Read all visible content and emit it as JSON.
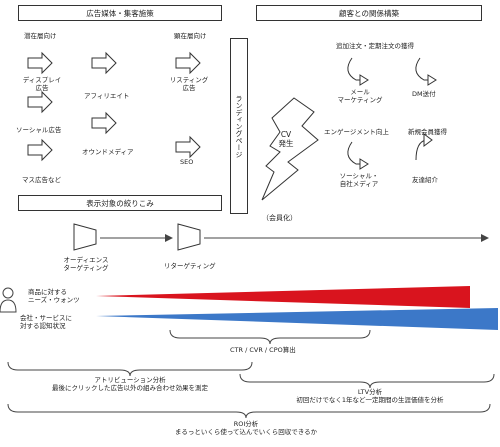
{
  "headers": {
    "ad_media": "広告媒体・集客施策",
    "customer_relations": "顧客との関係構築",
    "targeting": "表示対象の絞りこみ"
  },
  "ad_media": {
    "potential_label": "潜在層向け",
    "manifest_label": "顕在層向け",
    "display": "ディスプレイ\n広告",
    "social": "ソーシャル広告",
    "mass": "マス広告など",
    "affiliate": "アフィリエイト",
    "owned": "オウンドメディア",
    "listing": "リスティング\n広告",
    "seo": "SEO"
  },
  "landing_page": "ランディングページ",
  "cv": "CV\n発生",
  "member": "（会員化）",
  "relations": {
    "upsell": "追加注文・定期注文の獲得",
    "mail": "メール\nマーケティング",
    "dm": "DM送付",
    "engagement": "エンゲージメント向上",
    "new_member": "新規会員獲得",
    "social_own": "ソーシャル・\n自社メディア",
    "referral": "友達紹介"
  },
  "targeting": {
    "audience": "オーディエンス\nターゲティング",
    "retargeting": "リターゲティング"
  },
  "awareness": {
    "product": "商品に対する\nニーズ・ウォンツ",
    "company": "会社・サービスに\n対する認知状況"
  },
  "brackets": {
    "ctr": "CTR / CVR / CPO算出",
    "attribution": "アトリビューション分析\n最後にクリックした広告以外の組み合わせ効果を測定",
    "ltv": "LTV分析\n初回だけでなく1年など一定期間の生涯価値を分析",
    "roi": "ROI分析\nまるっといくら使って込んでいくら回収できるか"
  },
  "colors": {
    "red": "#d9141e",
    "blue": "#3c78c8"
  }
}
